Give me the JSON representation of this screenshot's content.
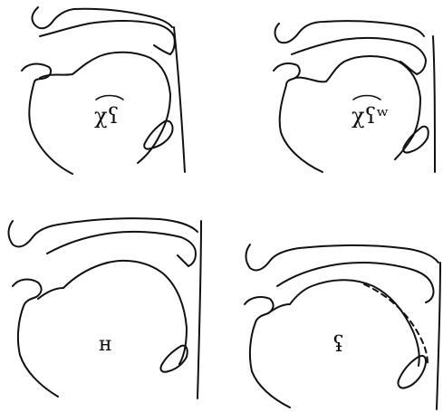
{
  "panels": [
    {
      "id": "top-left",
      "symbol": "χʕ"
    },
    {
      "id": "top-right",
      "symbol": "χʕʷ"
    },
    {
      "id": "bottom-left",
      "symbol": "ʜ"
    },
    {
      "id": "bottom-right",
      "symbol": "ʢ"
    }
  ],
  "colors": {
    "line": "#111111",
    "background": "#ffffff"
  }
}
